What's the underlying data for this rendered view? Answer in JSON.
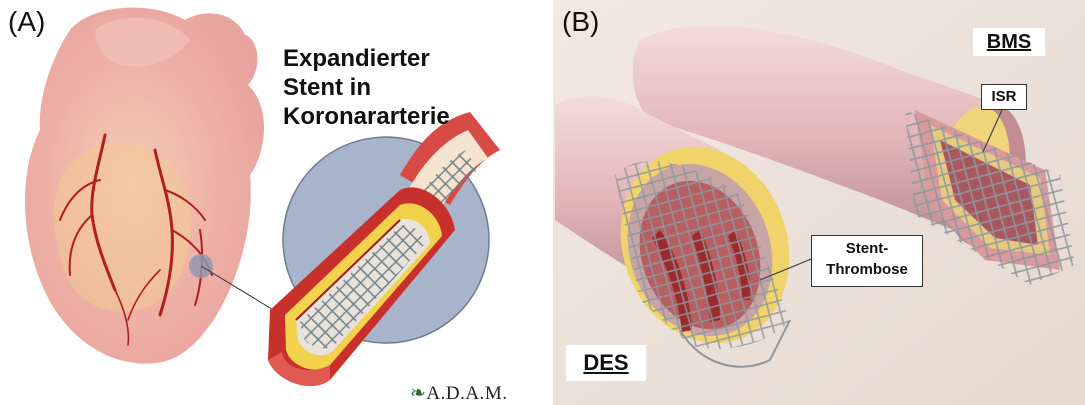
{
  "panel_a": {
    "label": "(A)",
    "title_lines": [
      "Expandierter",
      "Stent in",
      "Koronararterie"
    ],
    "logo": {
      "mark": "❧",
      "text": "A.D.A.M."
    }
  },
  "panel_b": {
    "label": "(B)",
    "tags": {
      "bms": "BMS",
      "des": "DES"
    },
    "callouts": {
      "isr": "ISR",
      "thrombus": [
        "Stent-",
        "Thrombose"
      ]
    }
  },
  "colors": {
    "heart": "#eeb0a8",
    "artery_red": "#c42a24",
    "plaque_yellow": "#f2d04a",
    "lens": "#9fb0cc",
    "vessel_pink": "#e8c4c4"
  }
}
